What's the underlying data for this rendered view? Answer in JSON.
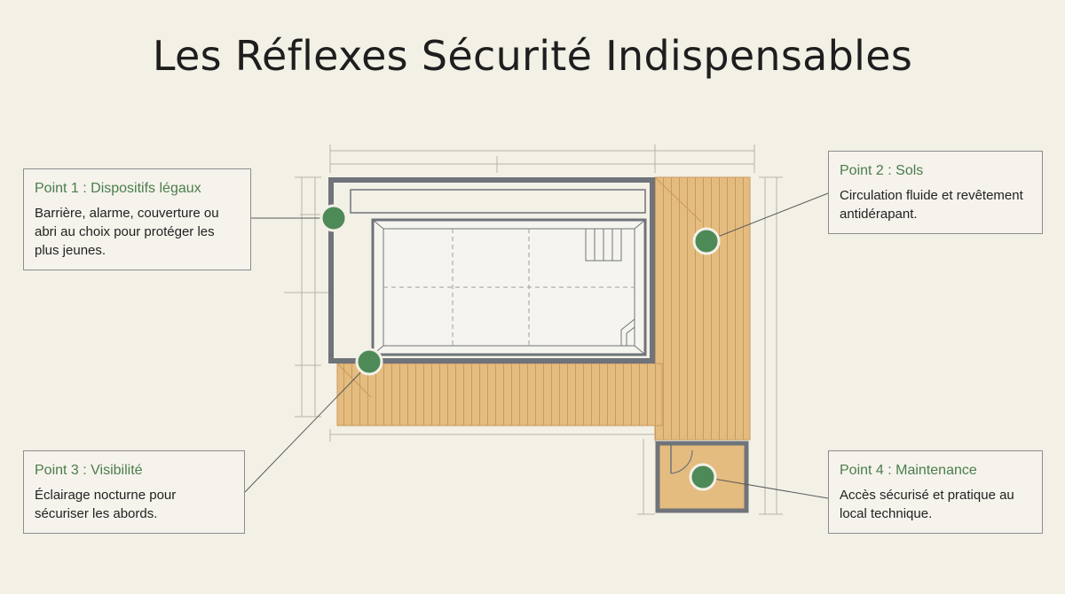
{
  "title": "Les Réflexes Sécurité Indispensables",
  "callouts": [
    {
      "heading": "Point 1 : Dispositifs légaux",
      "body": "Barrière, alarme, couverture ou abri au choix pour protéger les plus jeunes."
    },
    {
      "heading": "Point 2 : Sols",
      "body": "Circulation fluide et revêtement antidérapant."
    },
    {
      "heading": "Point 3 : Visibilité",
      "body": "Éclairage nocturne pour sécuriser les abords."
    },
    {
      "heading": "Point 4 : Maintenance",
      "body": "Accès sécurisé et pratique au local technique."
    }
  ],
  "colors": {
    "background": "#f3f0e6",
    "wood": "#e4bc7f",
    "wood_lines": "#c99a5c",
    "wall": "#6f737a",
    "marker": "#4e8a57",
    "accent_text": "#4b7d4b"
  }
}
